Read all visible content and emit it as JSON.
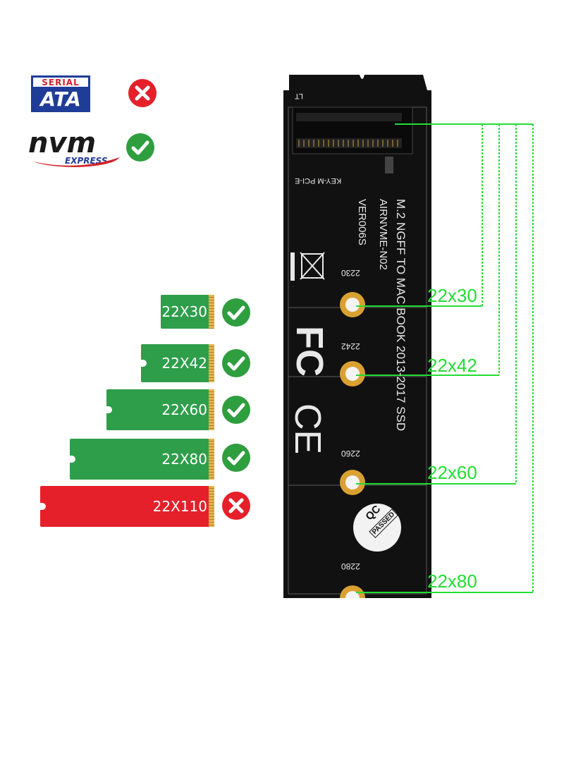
{
  "interfaces": [
    {
      "logo_top": "SERIAL",
      "logo_main": "ATA",
      "status": "x-icon",
      "status_color": "#e5202a"
    },
    {
      "logo_main": "nvm",
      "logo_sub": "EXPRESS",
      "status": "check-icon",
      "status_color": "#2e9e3f"
    }
  ],
  "ssd_sizes": [
    {
      "label": "22X30",
      "supported": true,
      "color": "#2e9e4a"
    },
    {
      "label": "22X42",
      "supported": true,
      "color": "#2e9e4a"
    },
    {
      "label": "22X60",
      "supported": true,
      "color": "#2e9e4a"
    },
    {
      "label": "22X80",
      "supported": true,
      "color": "#2e9e4a"
    },
    {
      "label": "22X110",
      "supported": false,
      "color": "#e5202a"
    }
  ],
  "board": {
    "corner_label": "LT",
    "key_label": "KEY-M PCI-E",
    "title": "M.2 NGFF TO MAC BOOK  2013-2017 SSD",
    "model": "AIRNVME-N02",
    "version": "VER006S",
    "mount_labels": [
      "2230",
      "2242",
      "2260",
      "2280"
    ],
    "fcc": "FC",
    "ce": "CE",
    "qc_top": "QC",
    "qc_bottom": "PASSED"
  },
  "callouts": [
    "22x30",
    "22x42",
    "22x60",
    "22x80"
  ],
  "colors": {
    "callout_green": "#22dd33",
    "board": "#111111",
    "gold": "#d9a032"
  }
}
